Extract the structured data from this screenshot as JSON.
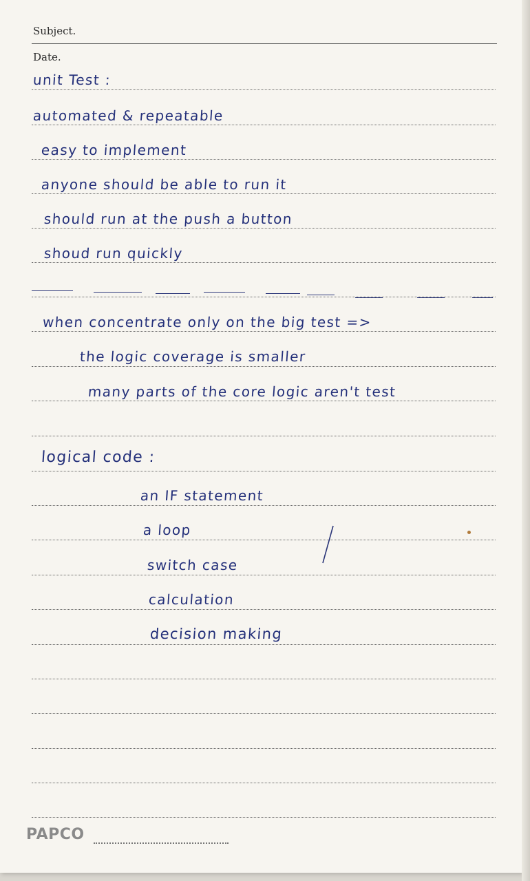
{
  "header": {
    "subject_label": "Subject.",
    "date_label": "Date."
  },
  "notes": [
    "unit Test :",
    "automated & repeatable",
    "easy to implement",
    "anyone should be able to run it",
    "should run at the push a button",
    "shoud run quickly",
    "when concentrate only on the big test =>",
    "the logic coverage is smaller",
    "many parts of the core logic aren't test",
    "logical code :",
    "an IF statement",
    "a loop",
    "switch case",
    "calculation",
    "decision making"
  ],
  "footer": {
    "brand": "PAPCO"
  },
  "colors": {
    "ink": "#24307a",
    "paper": "#f7f5f0",
    "rule": "#666666"
  }
}
